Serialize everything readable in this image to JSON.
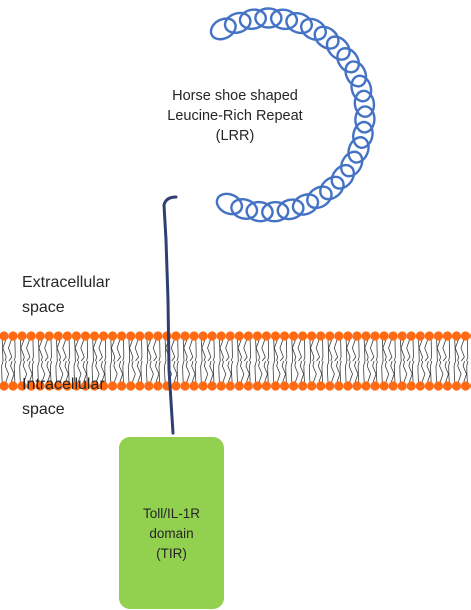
{
  "lrr": {
    "line1": "Horse shoe shaped",
    "line2": "Leucine-Rich Repeat",
    "line3": "(LRR)"
  },
  "extracellular": {
    "line1": "Extracellular",
    "line2": "space"
  },
  "intracellular": {
    "line1": "Intracellular",
    "line2": "space"
  },
  "tir": {
    "line1": "Toll/IL-1R",
    "line2": "domain",
    "line3": "(TIR)"
  },
  "colors": {
    "coil": "#4472c4",
    "tether": "#2f3f73",
    "lipid_head": "#ff6a13",
    "lipid_tail": "#3c3c3c",
    "tir_fill": "#92d050",
    "text": "#262626"
  }
}
